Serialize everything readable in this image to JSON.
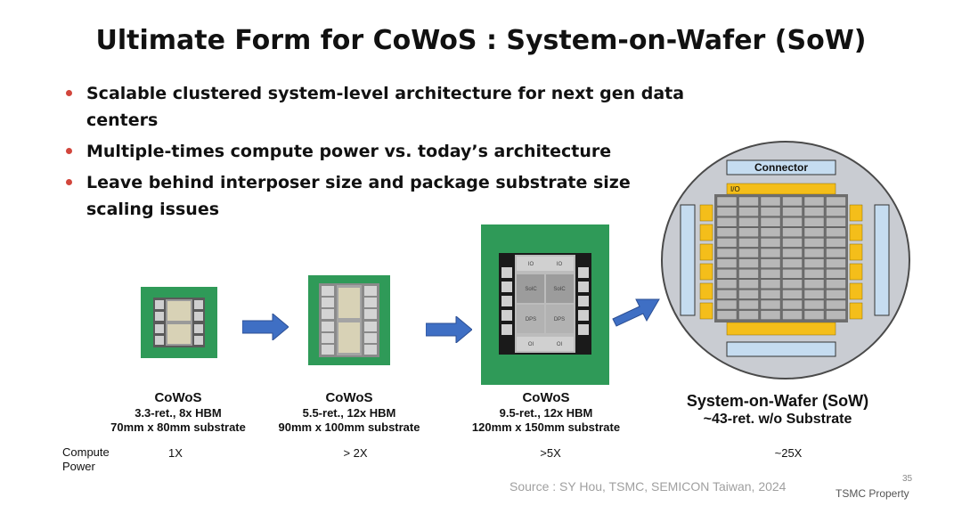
{
  "title": "Ultimate Form for CoWoS : System-on-Wafer (SoW)",
  "bullets": [
    "Scalable clustered system-level architecture for next gen data centers",
    "Multiple-times compute power vs. today’s architecture",
    "Leave behind interposer size and package substrate size scaling issues"
  ],
  "packages": [
    {
      "name": "CoWoS",
      "spec1": "3.3-ret., 8x HBM",
      "spec2": "70mm x 80mm substrate",
      "compute": "1X"
    },
    {
      "name": "CoWoS",
      "spec1": "5.5-ret., 12x HBM",
      "spec2": "90mm x 100mm substrate",
      "compute": "> 2X"
    },
    {
      "name": "CoWoS",
      "spec1": "9.5-ret., 12x HBM",
      "spec2": "120mm x 150mm substrate",
      "compute": ">5X"
    }
  ],
  "sow": {
    "name": "System-on-Wafer (SoW)",
    "spec": "~43-ret. w/o Substrate",
    "compute": "~25X",
    "connector_label": "Connector",
    "io_label": "I/O"
  },
  "chip3": {
    "io": "IO",
    "soc": "SoIC",
    "dps": "DPS",
    "oi": "OI"
  },
  "compute_label": "Compute\nPower",
  "source": "Source : SY Hou, TSMC, SEMICON Taiwan, 2024",
  "page_number": "35",
  "property": "TSMC Property",
  "colors": {
    "bullet": "#d2463c",
    "substrate": "#2f9a58",
    "arrow": "#3f6fc4",
    "wafer": "#c9ccd2",
    "hbm": "#f4be1a",
    "io_panel": "#c5dcf0"
  }
}
